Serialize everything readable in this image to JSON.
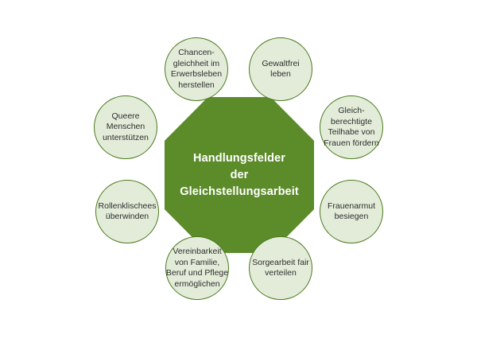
{
  "diagram": {
    "type": "hub-and-spoke",
    "colors": {
      "center_fill": "#5c8b2a",
      "center_text": "#ffffff",
      "node_fill": "#e3ecd9",
      "node_border": "#4b7a1e",
      "node_text": "#2e2e2e",
      "background": "#ffffff"
    },
    "center": {
      "shape": "octagon",
      "lines": [
        "Handlungsfelder",
        "der",
        "Gleichstellungsarbeit"
      ]
    },
    "nodes": [
      {
        "id": "chancengleichheit",
        "lines": [
          "Chancen-",
          "gleichheit im",
          "Erwerbsleben",
          "herstellen"
        ]
      },
      {
        "id": "gewaltfrei",
        "lines": [
          "Gewaltfrei",
          "leben"
        ]
      },
      {
        "id": "teilhabe",
        "lines": [
          "Gleich-",
          "berechtigte",
          "Teilhabe von",
          "Frauen fördern"
        ]
      },
      {
        "id": "frauenarmut",
        "lines": [
          "Frauenarmut",
          "besiegen"
        ]
      },
      {
        "id": "sorgearbeit",
        "lines": [
          "Sorgearbeit fair",
          "verteilen"
        ]
      },
      {
        "id": "vereinbarkeit",
        "lines": [
          "Vereinbarkeit",
          "von Familie,",
          "Beruf und Pflege",
          "ermöglichen"
        ]
      },
      {
        "id": "rollenklischees",
        "lines": [
          "Rollenklischees",
          "überwinden"
        ]
      },
      {
        "id": "queere",
        "lines": [
          "Queere",
          "Menschen",
          "unterstützen"
        ]
      }
    ]
  }
}
